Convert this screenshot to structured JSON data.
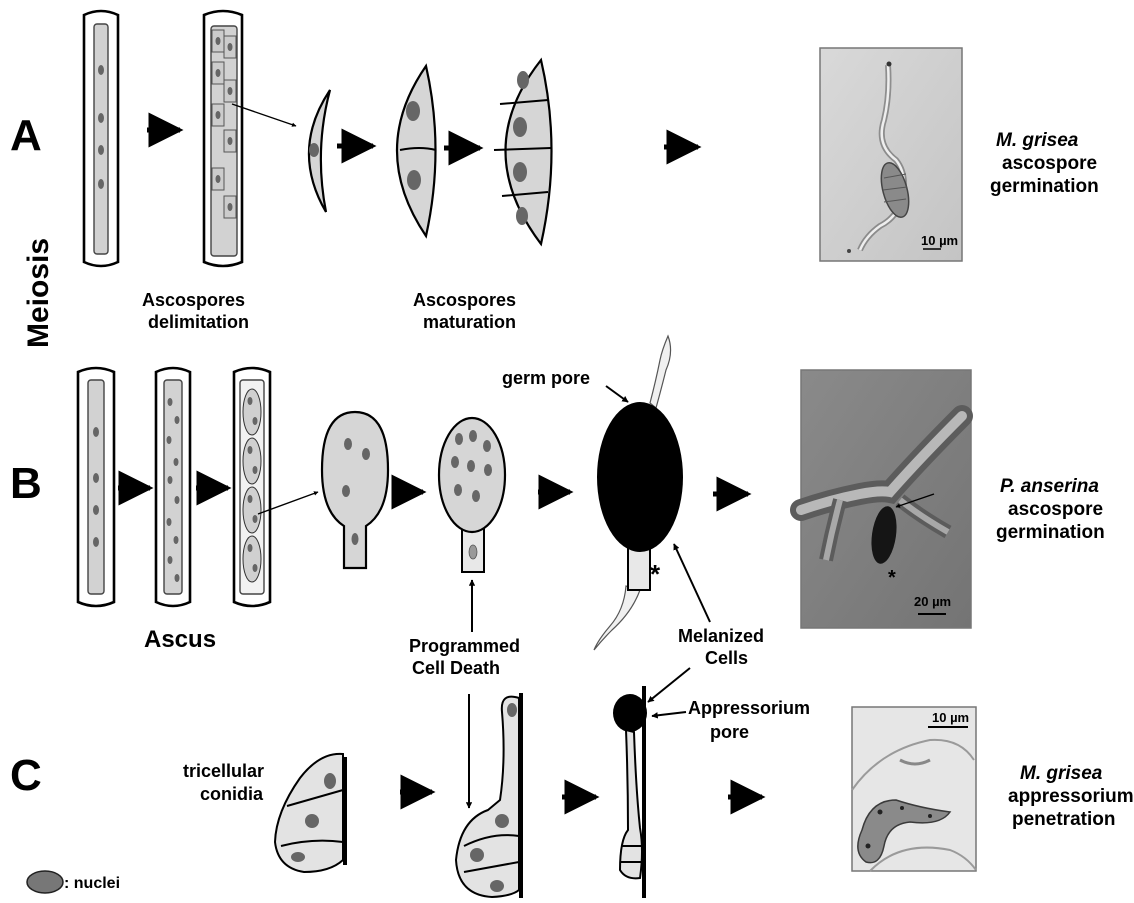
{
  "panels": {
    "a": "A",
    "b": "B",
    "c": "C"
  },
  "side_label": "Meiosis",
  "labels": {
    "ascospores_delimitation_1": "Ascospores",
    "ascospores_delimitation_2": "delimitation",
    "ascospores_maturation_1": "Ascospores",
    "ascospores_maturation_2": "maturation",
    "ascus": "Ascus",
    "germ_pore": "germ pore",
    "programmed_cell_death_1": "Programmed",
    "programmed_cell_death_2": "Cell Death",
    "melanized_cells_1": "Melanized",
    "melanized_cells_2": "Cells",
    "appressorium_pore_1": "Appressorium",
    "appressorium_pore_2": "pore",
    "tricellular_conidia_1": "tricellular",
    "tricellular_conidia_2": "conidia",
    "asterisk": "*",
    "nuclei_legend": ": nuclei"
  },
  "captions": {
    "a": {
      "species": "M. grisea",
      "line2": "ascospore",
      "line3": "germination"
    },
    "b": {
      "species": "P. anserina",
      "line2": "ascospore",
      "line3": "germination"
    },
    "c": {
      "species": "M. grisea",
      "line2": "appressorium",
      "line3": "penetration"
    }
  },
  "scale_bars": {
    "a": "10 µm",
    "b": "20 µm",
    "c": "10 µm"
  },
  "colors": {
    "cytoplasm": "#d6d6d6",
    "nucleus": "#666666",
    "melanin": "#000000",
    "photo_b_background": "#808080"
  }
}
